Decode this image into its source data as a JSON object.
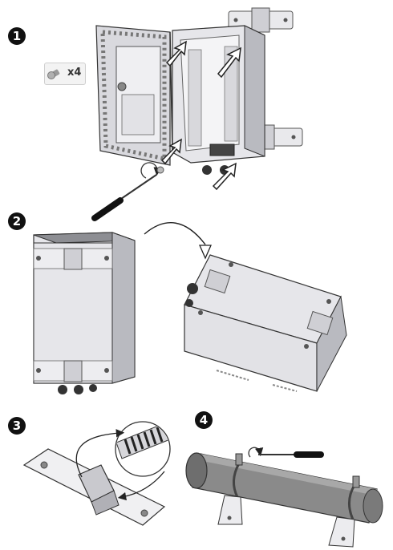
{
  "steps": [
    {
      "number": "1",
      "icon": "step-one-badge"
    },
    {
      "number": "2",
      "icon": "step-two-badge"
    },
    {
      "number": "3",
      "icon": "step-three-badge"
    },
    {
      "number": "4",
      "icon": "step-four-badge"
    }
  ],
  "screw_quantity": "x4",
  "colors": {
    "enclosure_light": "#e6e6ea",
    "enclosure_side": "#b9bac0",
    "enclosure_top": "#8d8e93",
    "pipe": "#8a8a8a",
    "outline": "#333333"
  }
}
